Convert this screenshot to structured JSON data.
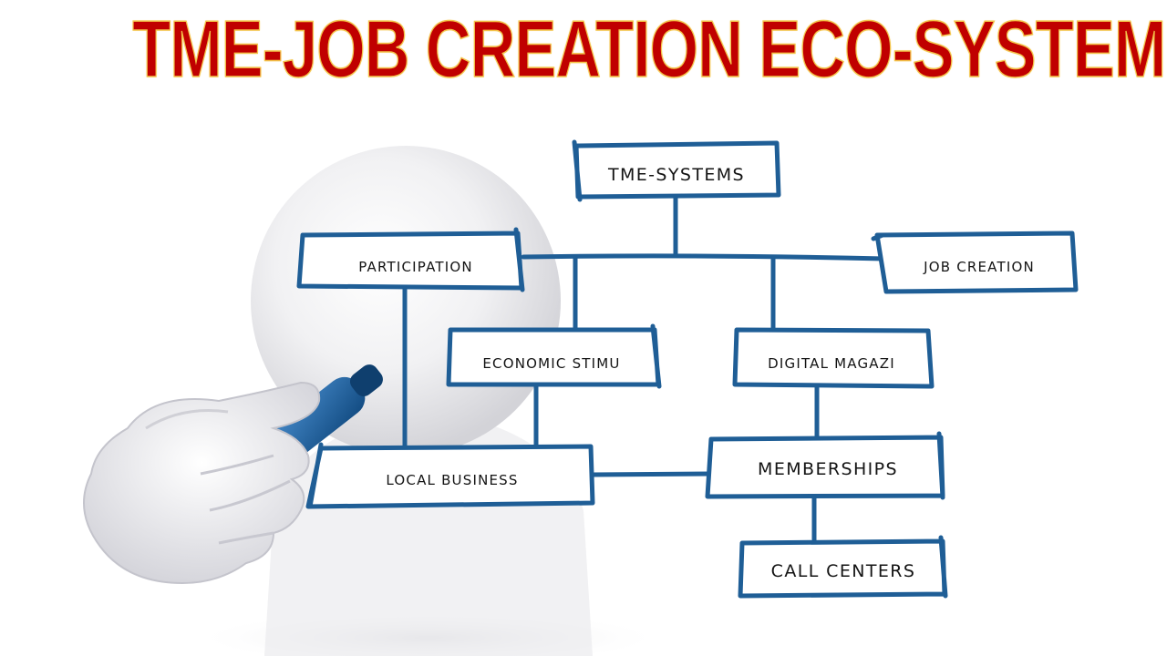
{
  "title": "TME-JOB CREATION ECO-SYSTEM",
  "colors": {
    "title_fill": "#c00000",
    "title_outline": "#f3c44a",
    "box_stroke": "#1f5e96",
    "marker": "#1c6aa9",
    "hand": "#e9e9ee"
  },
  "icons": {
    "figure": "hand-holding-marker-icon"
  },
  "nodes": {
    "tme_systems": "TME-SYSTEMS",
    "participation": "PARTICIPATION",
    "job_creation": "JOB CREATION",
    "economic_stimu": "ECONOMIC STIMU",
    "digital_magazi": "DIGITAL MAGAZI",
    "local_business": "LOCAL BUSINESS",
    "memberships": "MEMBERSHIPS",
    "call_centers": "CALL CENTERS"
  }
}
